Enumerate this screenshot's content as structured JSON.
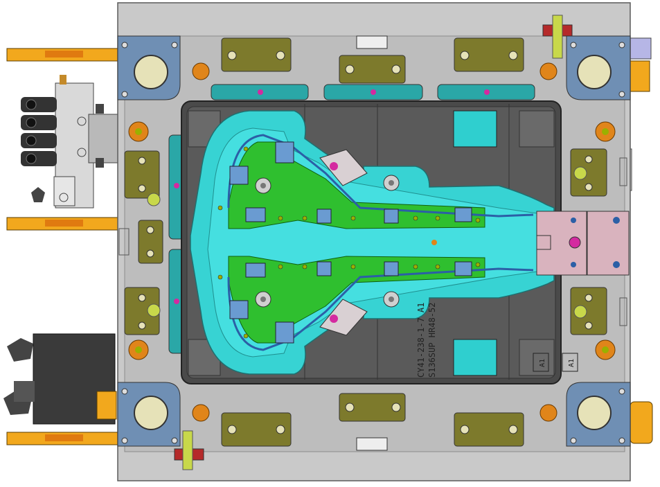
{
  "engraving": {
    "part_number": "CY41-238-1-7  A1",
    "spec": "S136SUP  HR48-52"
  },
  "revision_marks": [
    "A1",
    "A1"
  ],
  "colors": {
    "plate": "#c9c9c9",
    "plate_edge": "#5a5a5a",
    "corner_block": "#6f8fb4",
    "guide_bushing": "#e6e2b8",
    "cavity_insert": "#4a4a4a",
    "part_surface": "#37d3d3",
    "part_channel": "#2fbf2f",
    "slider_pad": "#7d7a2c",
    "hot_runner_pad": "#2aa7a7",
    "bolt_orange": "#e0851a",
    "lifter_block": "#d9b3be",
    "ejector_rod": "#f2a81d"
  }
}
